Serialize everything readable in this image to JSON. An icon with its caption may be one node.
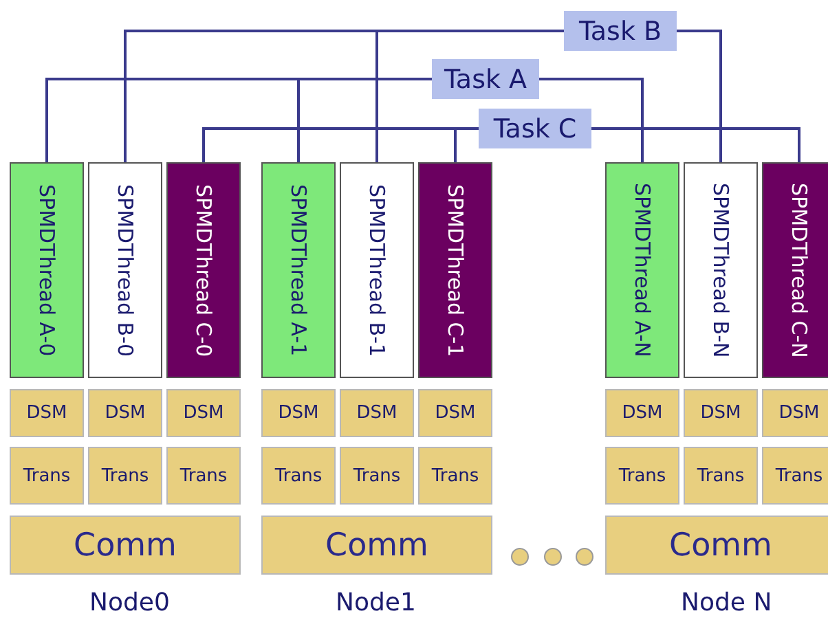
{
  "diagram": {
    "nodes": [
      {
        "text": [
          "Task B"
        ]
      },
      {
        "text": [
          "Task A"
        ]
      },
      {
        "text": [
          "Task C"
        ]
      },
      {
        "text": [
          "SPMDThread A-0"
        ]
      },
      {
        "text": [
          "SPMDThread B-0"
        ]
      },
      {
        "text": [
          "SPMDThread C-0"
        ]
      },
      {
        "text": [
          "SPMDThread A-1"
        ]
      },
      {
        "text": [
          "SPMDThread B-1"
        ]
      },
      {
        "text": [
          "SPMDThread C-1"
        ]
      },
      {
        "text": [
          "SPMDThread A-N"
        ]
      },
      {
        "text": [
          "SPMDThread B-N"
        ]
      },
      {
        "text": [
          "SPMDThread C-N"
        ]
      },
      {
        "text": [
          "DSM"
        ]
      },
      {
        "text": [
          "DSM"
        ]
      },
      {
        "text": [
          "DSM"
        ]
      },
      {
        "text": [
          "DSM"
        ]
      },
      {
        "text": [
          "DSM"
        ]
      },
      {
        "text": [
          "DSM"
        ]
      },
      {
        "text": [
          "DSM"
        ]
      },
      {
        "text": [
          "DSM"
        ]
      },
      {
        "text": [
          "DSM"
        ]
      },
      {
        "text": [
          "Trans"
        ]
      },
      {
        "text": [
          "Trans"
        ]
      },
      {
        "text": [
          "Trans"
        ]
      },
      {
        "text": [
          "Trans"
        ]
      },
      {
        "text": [
          "Trans"
        ]
      },
      {
        "text": [
          "Trans"
        ]
      },
      {
        "text": [
          "Trans"
        ]
      },
      {
        "text": [
          "Trans"
        ]
      },
      {
        "text": [
          "Trans"
        ]
      },
      {
        "text": [
          "Comm"
        ]
      },
      {
        "text": [
          "Comm"
        ]
      },
      {
        "text": [
          "Comm"
        ]
      }
    ],
    "edges": [
      {
        "from": 0,
        "to": 4,
        "arrow": "none"
      },
      {
        "from": 0,
        "to": 7,
        "arrow": "none"
      },
      {
        "from": 0,
        "to": 10,
        "arrow": "none"
      },
      {
        "from": 1,
        "to": 3,
        "arrow": "none"
      },
      {
        "from": 1,
        "to": 6,
        "arrow": "none"
      },
      {
        "from": 1,
        "to": 9,
        "arrow": "none"
      },
      {
        "from": 2,
        "to": 5,
        "arrow": "none"
      },
      {
        "from": 2,
        "to": 8,
        "arrow": "none"
      },
      {
        "from": 2,
        "to": 11,
        "arrow": "none"
      }
    ],
    "labels": [
      "Node0",
      "Node1",
      "Node N"
    ]
  }
}
